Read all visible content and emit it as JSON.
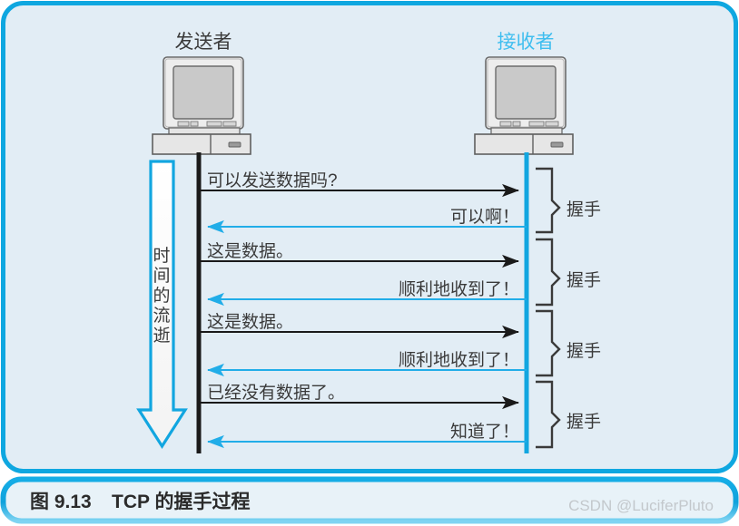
{
  "figure": {
    "caption_number": "图 9.13",
    "caption_title": "TCP 的握手过程",
    "watermark": "CSDN @LuciferPluto",
    "frame_border_color": "#0FA7E0",
    "frame_fill_color": "#E2EDF5",
    "caption_fill_color": "#E8F2F8"
  },
  "actors": {
    "sender": {
      "label": "发送者",
      "label_color": "#3A3A3A",
      "lifeline_color": "#1A1A1A"
    },
    "receiver": {
      "label": "接收者",
      "label_color": "#3FBEEF",
      "lifeline_color": "#12A6E0"
    }
  },
  "time_axis": {
    "label_chars": [
      "时",
      "间",
      "的",
      "流",
      "逝"
    ],
    "label_text": "时间的流逝",
    "arrow_color": "#12A6E0",
    "arrow_fill": "#FCFCFC"
  },
  "exchanges": [
    {
      "request": "可以发送数据吗?",
      "response": "可以啊！",
      "brace_label": "握手"
    },
    {
      "request": "这是数据。",
      "response": "顺利地收到了！",
      "brace_label": "握手"
    },
    {
      "request": "这是数据。",
      "response": "顺利地收到了！",
      "brace_label": "握手"
    },
    {
      "request": "已经没有数据了。",
      "response": "知道了！",
      "brace_label": "握手"
    }
  ],
  "colors": {
    "request_arrow": "#1A1A1A",
    "response_arrow": "#21ADE8",
    "brace": "#3A3A3A",
    "text": "#3A3A3A",
    "monitor_body": "#EDEDED",
    "monitor_screen": "#C9C9C9",
    "monitor_outline": "#6B6B6B"
  }
}
